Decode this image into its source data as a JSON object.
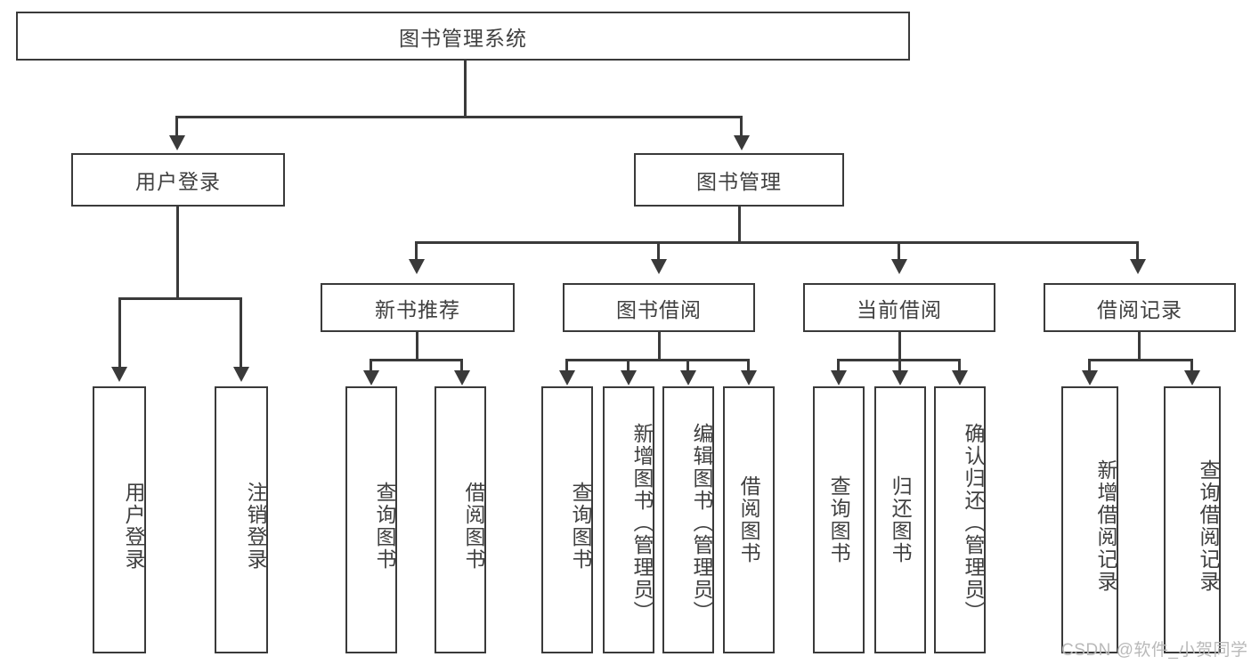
{
  "diagram": {
    "type": "tree-hierarchy",
    "title_box": {
      "label": "图书管理系统"
    },
    "level2": [
      {
        "label": "用户登录"
      },
      {
        "label": "图书管理"
      }
    ],
    "level3": [
      {
        "label": "新书推荐"
      },
      {
        "label": "图书借阅"
      },
      {
        "label": "当前借阅"
      },
      {
        "label": "借阅记录"
      }
    ],
    "leaves": {
      "user_login": [
        {
          "label": "用户登录"
        },
        {
          "label": "注销登录"
        }
      ],
      "new_book_recommend": [
        {
          "label": "查询图书"
        },
        {
          "label": "借阅图书"
        }
      ],
      "book_borrow": [
        {
          "label": "查询图书"
        },
        {
          "label": "新增图书（管理员）"
        },
        {
          "label": "编辑图书（管理员）"
        },
        {
          "label": "借阅图书"
        }
      ],
      "current_borrow": [
        {
          "label": "查询图书"
        },
        {
          "label": "归还图书"
        },
        {
          "label": "确认归还（管理员）"
        }
      ],
      "borrow_record": [
        {
          "label": "新增借阅记录"
        },
        {
          "label": "查询借阅记录"
        }
      ]
    }
  },
  "watermark": {
    "text": "CSDN @软件_小贺同学"
  },
  "colors": {
    "stroke": "#3a3a3a",
    "text": "#404040",
    "background": "#ffffff",
    "watermark": "#b9b9b9"
  }
}
